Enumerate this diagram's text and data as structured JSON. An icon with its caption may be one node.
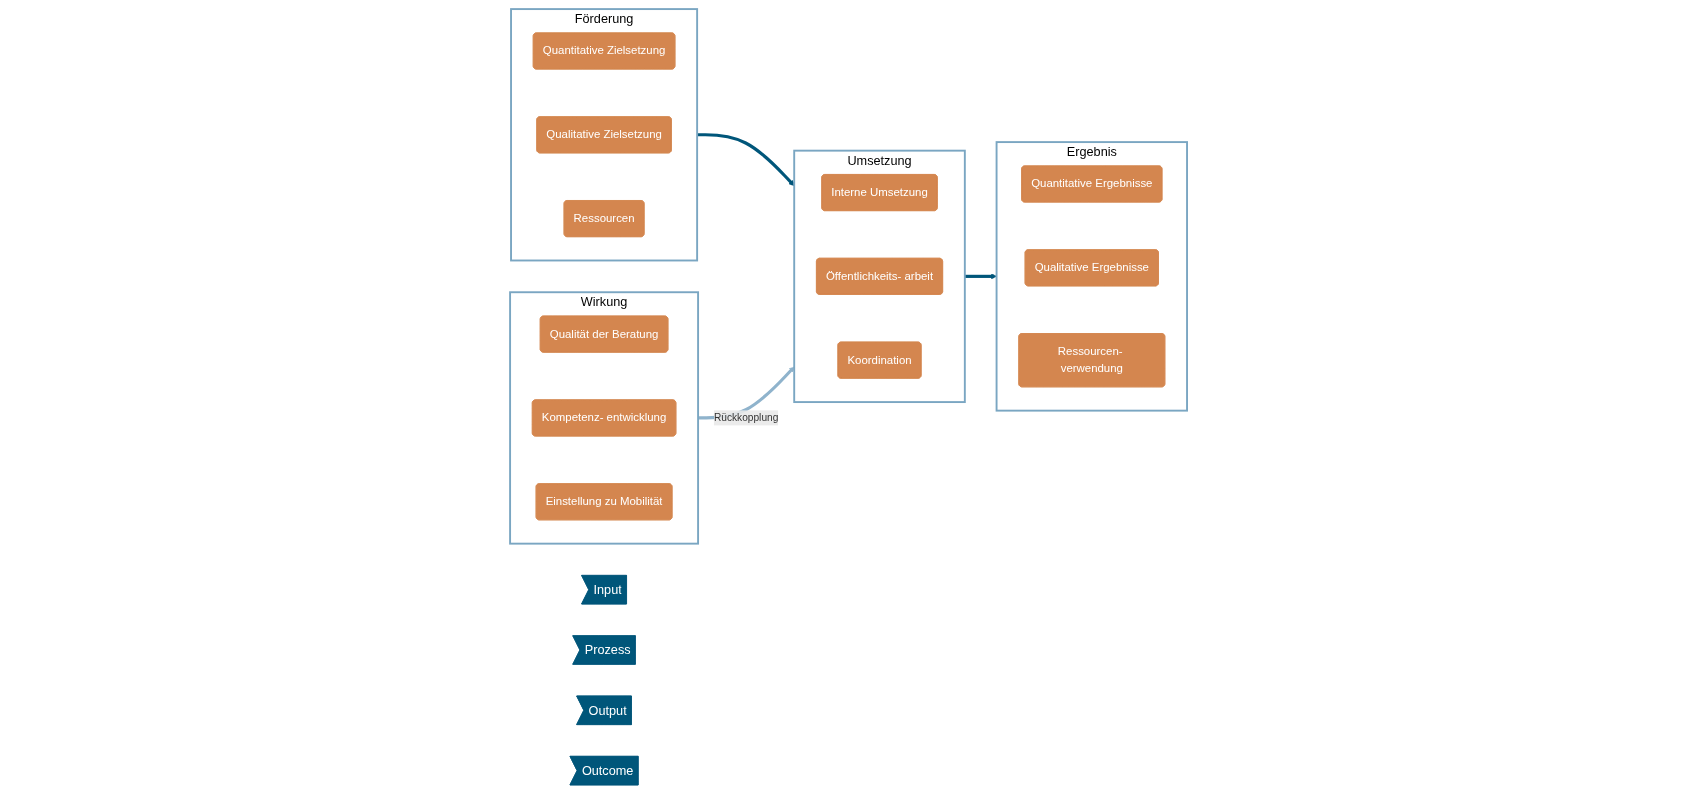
{
  "diagram": {
    "nodes": [
      {
        "text": [
          "Input"
        ]
      },
      {
        "text": [
          "Prozess"
        ]
      },
      {
        "text": [
          "Output"
        ]
      },
      {
        "text": [
          "Outcome"
        ]
      },
      {
        "text": [
          "Förderung"
        ]
      },
      {
        "text": [
          "Quantitative Zielsetzung"
        ],
        "in": 4
      },
      {
        "text": [
          "Qualitative Zielsetzung"
        ],
        "in": 4
      },
      {
        "text": [
          "Ressourcen"
        ],
        "in": 4
      },
      {
        "text": [
          "Umsetzung"
        ]
      },
      {
        "text": [
          "Interne Umsetzung"
        ],
        "in": 8
      },
      {
        "text": [
          "Öffentlichkeits- arbeit"
        ],
        "in": 8
      },
      {
        "text": [
          "Koordination"
        ],
        "in": 8
      },
      {
        "text": [
          "Ergebnis"
        ]
      },
      {
        "text": [
          "Quantitative Ergebnisse"
        ],
        "in": 12
      },
      {
        "text": [
          "Qualitative Ergebnisse"
        ],
        "in": 12
      },
      {
        "text": [
          "Ressourcen- verwendung"
        ],
        "in": 12
      },
      {
        "text": [
          "Wirkung"
        ]
      },
      {
        "text": [
          "Qualität der Beratung"
        ],
        "in": 16
      },
      {
        "text": [
          "Kompetenz- entwicklung"
        ],
        "in": 16
      },
      {
        "text": [
          "Einstellung zu Mobilität"
        ],
        "in": 16
      }
    ],
    "edges": [
      {
        "from": 4,
        "to": 8,
        "arrow": "to"
      },
      {
        "from": 8,
        "to": 12,
        "arrow": "to"
      },
      {
        "from": 16,
        "to": 8,
        "arrow": "to",
        "label": "Rückkopplung",
        "color": "#8fb3cc"
      }
    ]
  }
}
